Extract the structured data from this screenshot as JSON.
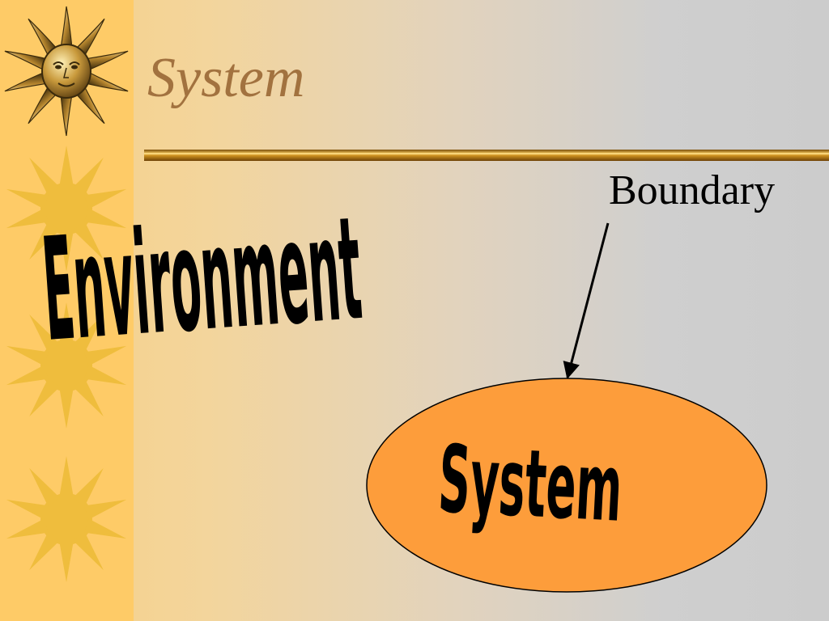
{
  "slide": {
    "title": "System",
    "boundary_label": "Boundary",
    "environment_label": "Environment",
    "system_label": "System"
  },
  "colors": {
    "sidebar": "#fecb67",
    "sun_decoration": "#efbd3d",
    "title_text": "#a2723f",
    "rule_gold": "#c98d1e",
    "system_ellipse_fill": "#fd9d3b",
    "text": "#000000"
  },
  "icons": [
    "sun-face-icon",
    "sun-icon"
  ]
}
